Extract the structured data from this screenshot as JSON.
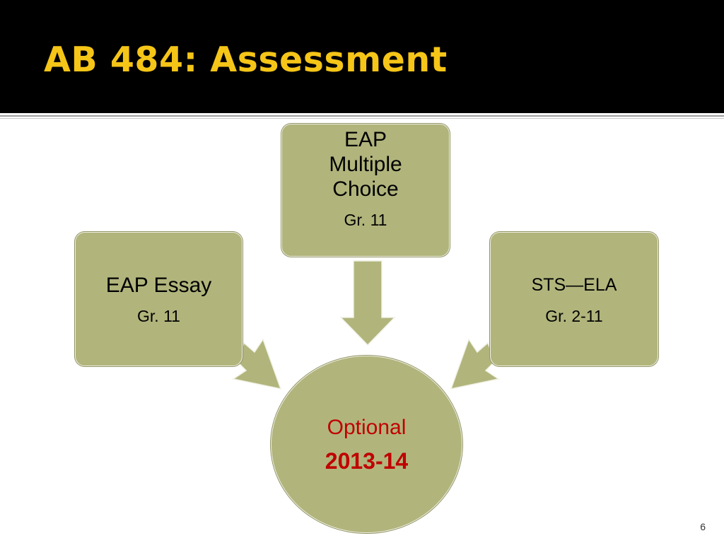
{
  "slide": {
    "title": "AB 484: Assessment",
    "page_number": "6"
  },
  "diagram": {
    "nodes": {
      "left": {
        "main": "EAP Essay",
        "sub": "Gr. 11"
      },
      "top": {
        "main_lines": [
          "EAP",
          "Multiple",
          "Choice"
        ],
        "sub": "Gr. 11"
      },
      "right": {
        "main": "STS—ELA",
        "sub": "Gr. 2-11"
      },
      "center": {
        "line1": "Optional",
        "line2": "2013-14"
      }
    },
    "colors": {
      "header_bg": "#000000",
      "title": "#f5c518",
      "node_fill": "#b1b57c",
      "node_text": "#000000",
      "center_text": "#c00000"
    }
  }
}
